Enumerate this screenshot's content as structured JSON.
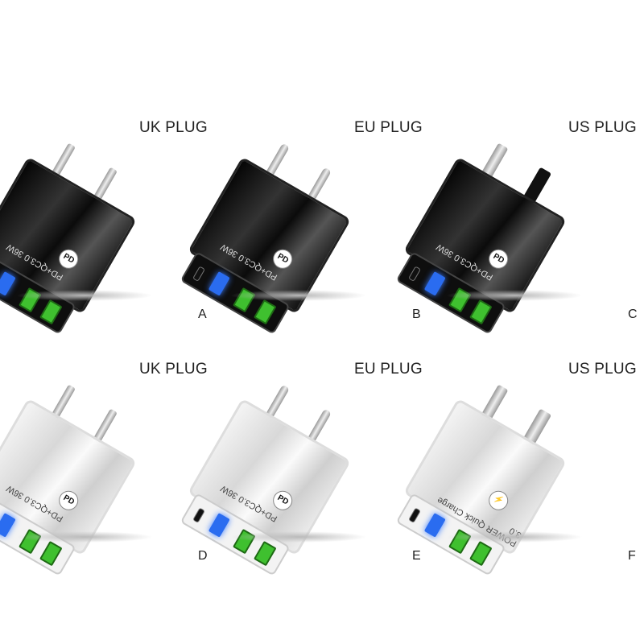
{
  "items": [
    {
      "plug": "UK PLUG",
      "letter": "A",
      "color": "black",
      "badge": "PD",
      "watt": "PD+QC3.0 36W"
    },
    {
      "plug": "EU PLUG",
      "letter": "B",
      "color": "black",
      "badge": "PD",
      "watt": "PD+QC3.0 36W"
    },
    {
      "plug": "US PLUG",
      "letter": "C",
      "color": "black",
      "badge": "PD",
      "watt": "PD+QC3.0 36W"
    },
    {
      "plug": "UK PLUG",
      "letter": "D",
      "color": "white",
      "badge": "PD",
      "watt": "PD+QC3.0 36W"
    },
    {
      "plug": "EU PLUG",
      "letter": "E",
      "color": "white",
      "badge": "PD",
      "watt": "PD+QC3.0 36W"
    },
    {
      "plug": "US PLUG",
      "letter": "F",
      "color": "white",
      "badge": "⚡",
      "watt": "POWER Quick Charge 3.0"
    }
  ]
}
